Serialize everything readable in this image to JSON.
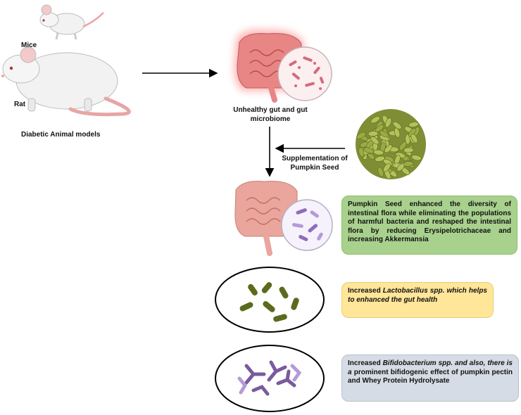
{
  "labels": {
    "mice": "Mice",
    "rat": "Rat",
    "animal_models": "Diabetic Animal models",
    "unhealthy_gut": "Unhealthy gut and gut microbiome",
    "supplementation": "Supplementation of Pumpkin Seed"
  },
  "boxes": {
    "diversity": "Pumpkin Seed enhanced the diversity of intestinal flora while eliminating the populations of harmful bacteria and reshaped the intestinal flora by reducing Erysipelotrichaceae and increasing Akkermansia",
    "lacto_prefix": "Increased ",
    "lacto_italic": "Lactobacillus spp. which helps  to enhanced the gut health",
    "bifido_prefix": "Increased ",
    "bifido_italic": "Bifidobacterium spp. and also, there is a",
    "bifido_suffix": " prominent bifidogenic effect of pumpkin pectin and Whey Protein Hydrolysate"
  },
  "colors": {
    "green_box": "#a9d18e",
    "yellow_box": "#ffe699",
    "gray_box": "#d6dce5",
    "lactobacillus": "#5a6b1e",
    "bifidobacterium": "#7b5a9e",
    "unhealthy_gut": "#e07a7a",
    "healthy_gut": "#e8a19a",
    "pumpkin_seed": "#8a9a3a"
  }
}
